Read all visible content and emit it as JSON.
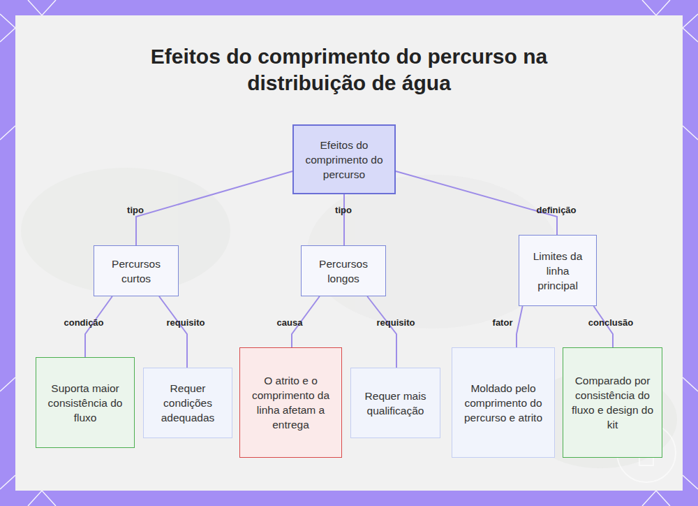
{
  "diagram": {
    "title": "Efeitos do comprimento do percurso na distribuição de água",
    "nodes": [
      {
        "text": [
          "Efeitos do comprimento do percurso"
        ]
      },
      {
        "text": [
          "Percursos curtos"
        ]
      },
      {
        "text": [
          "Percursos longos"
        ]
      },
      {
        "text": [
          "Limites da linha principal"
        ]
      },
      {
        "text": [
          "Suporta maior consistência do fluxo"
        ]
      },
      {
        "text": [
          "Requer condições adequadas"
        ]
      },
      {
        "text": [
          "O atrito e o comprimento da linha afetam a entrega"
        ]
      },
      {
        "text": [
          "Requer mais qualificação"
        ]
      },
      {
        "text": [
          "Moldado pelo comprimento do percurso e atrito"
        ]
      },
      {
        "text": [
          "Comparado por consistência do fluxo e design do kit"
        ]
      }
    ],
    "edges": [
      {
        "from": 0,
        "to": 1,
        "label": "tipo",
        "arrow": "none"
      },
      {
        "from": 0,
        "to": 2,
        "label": "tipo",
        "arrow": "none"
      },
      {
        "from": 0,
        "to": 3,
        "label": "definição",
        "arrow": "none"
      },
      {
        "from": 1,
        "to": 4,
        "label": "condição",
        "arrow": "none"
      },
      {
        "from": 1,
        "to": 5,
        "label": "requisito",
        "arrow": "none"
      },
      {
        "from": 2,
        "to": 6,
        "label": "causa",
        "arrow": "none"
      },
      {
        "from": 2,
        "to": 7,
        "label": "requisito",
        "arrow": "none"
      },
      {
        "from": 3,
        "to": 8,
        "label": "fator",
        "arrow": "none"
      },
      {
        "from": 3,
        "to": 9,
        "label": "conclusão",
        "arrow": "none"
      }
    ]
  }
}
